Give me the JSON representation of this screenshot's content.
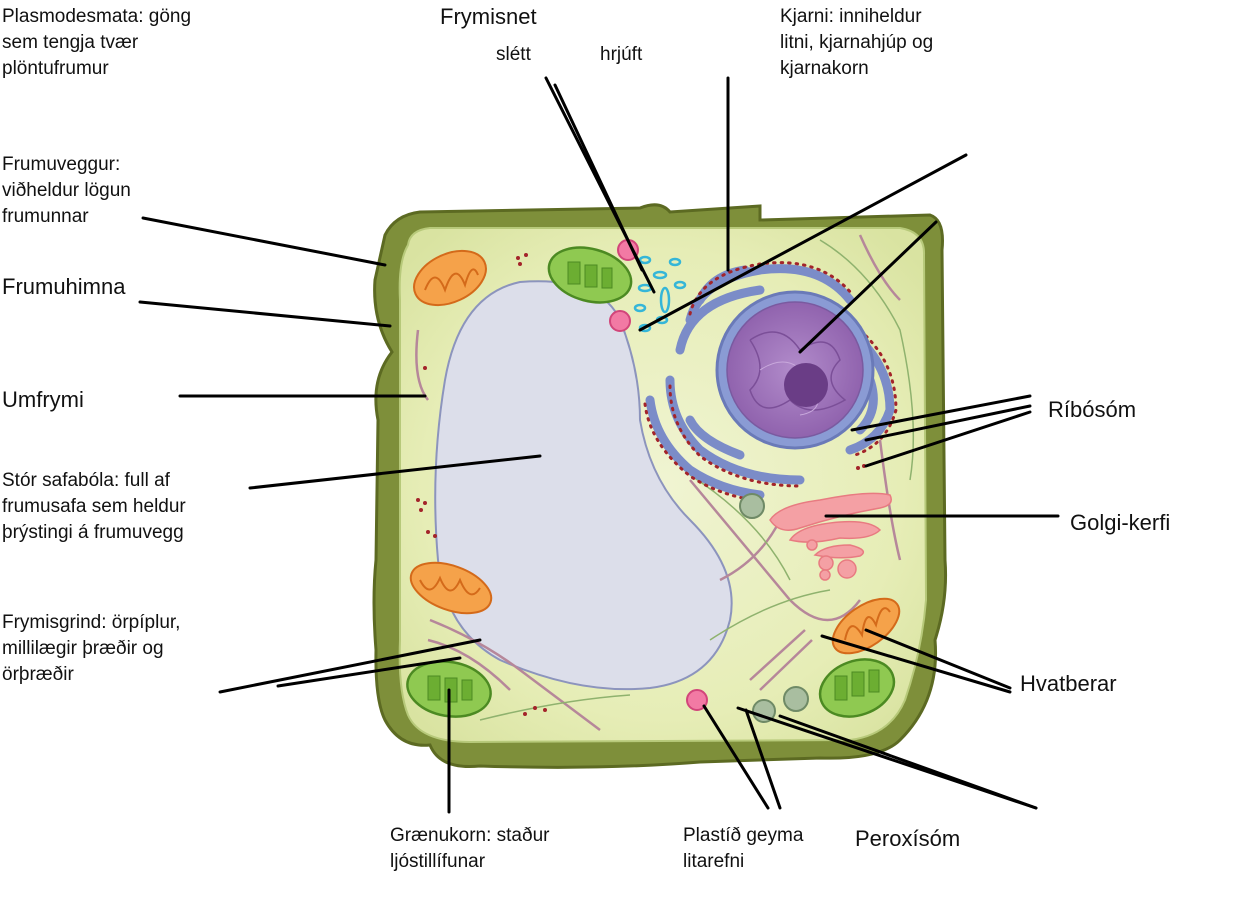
{
  "labels": {
    "plasmodesmata": "Plasmodesmata: göng\nsem tengja tvær\nplöntufrumur",
    "frymisnet": "Frymisnet",
    "slett": "slétt",
    "hrjuft": "hrjúft",
    "kjarni": "Kjarni: inniheldur\nlitni, kjarnahjúp og\nkjarnakorn",
    "frumuveggur": "Frumuveggur:\nviðheldur lögun\nfrumunnar",
    "frumuhimna": "Frumuhimna",
    "umfrymi": "Umfrymi",
    "ribosom": "Ríbósóm",
    "safabola": "Stór safabóla: full af\nfrumusafa sem heldur\nþrýstingi á frumuvegg",
    "golgi": "Golgi-kerfi",
    "frymisgrind": "Frymisgrind: örpíplur,\nmillilægir þræðir og\nörþræðir",
    "hvatberar": "Hvatberar",
    "graenukorn": "Grænukorn: staður\nljóstillífunar",
    "plastid": "Plastíð geyma\nlitarefni",
    "peroxisom": "Peroxísóm"
  },
  "colors": {
    "cell_wall": "#7e8f3a",
    "cell_wall_dark": "#5c6a22",
    "cytoplasm": "#e9efbd",
    "vacuole": "#dcdeea",
    "nucleus": "#9c6fb5",
    "nucleolus": "#6a3d86",
    "er": "#8a9bd4",
    "ribosome": "#a3242a",
    "golgi": "#f4a0a4",
    "mitochondrion": "#f08a2a",
    "chloroplast": "#79b83a",
    "peroxisome": "#a9bea0",
    "plastid": "#f06a9a",
    "cytoskeleton": "#b6879a"
  }
}
